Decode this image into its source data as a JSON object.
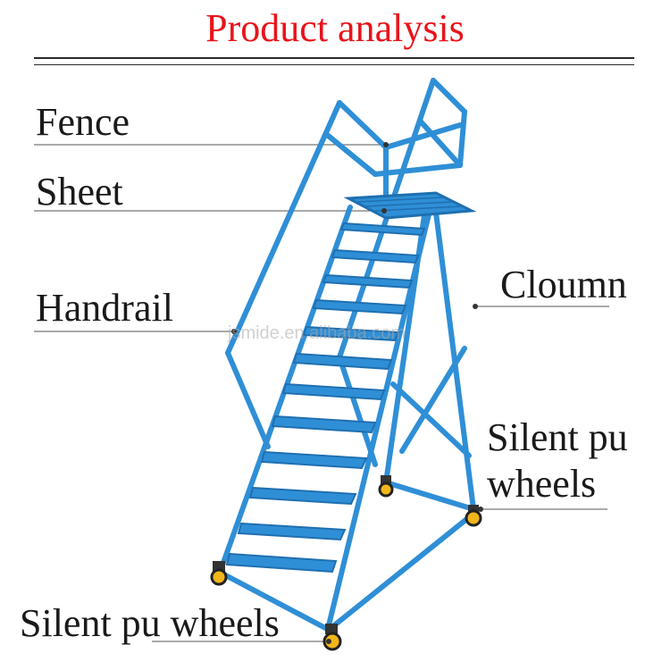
{
  "title": "Product analysis",
  "colors": {
    "title": "#e8141c",
    "frame": "#2f8fd6",
    "frame_dark": "#1f6fb0",
    "wheel": "#f2b61a"
  },
  "labels": {
    "fence": "Fence",
    "sheet": "Sheet",
    "handrail": "Handrail",
    "column": "Cloumn",
    "side_wheels_line1": "Silent pu",
    "side_wheels_line2": "wheels",
    "bottom_wheels": "Silent pu wheels"
  },
  "watermark": "jsmide.en.alibaba.com"
}
